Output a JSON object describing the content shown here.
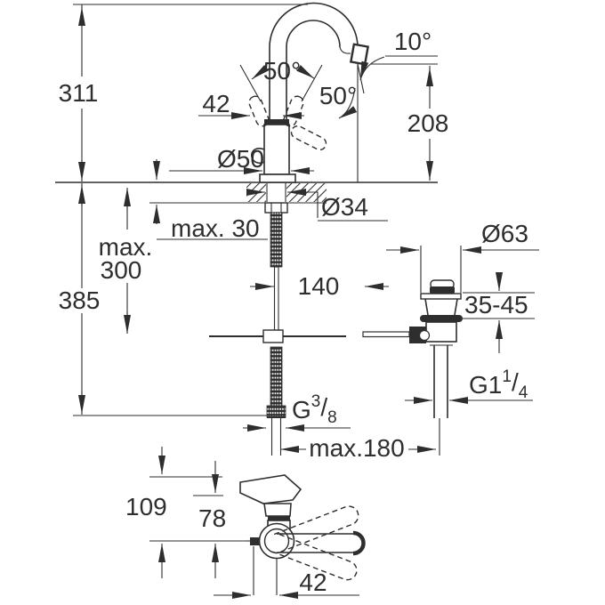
{
  "colors": {
    "line": "#2e2e2e",
    "background": "#ffffff"
  },
  "side_view": {
    "dim_311": "311",
    "dim_385": "385",
    "dim_max_line1": "max.",
    "dim_max_line2": "300",
    "angle_swivel": "50°",
    "dim_42": "42",
    "angle_handle": "50°",
    "angle_spout": "10°",
    "dim_208": "208",
    "dia_body": "Ø50",
    "dia_hole": "Ø34",
    "dim_deck": "max. 30",
    "dim_reach": "140"
  },
  "supply": {
    "thread_g": "G",
    "thread_num": "3",
    "thread_slash": "/",
    "thread_den": "8",
    "dim_rod": "max.180"
  },
  "drain": {
    "dia_flange": "Ø63",
    "dim_range": "35-45",
    "thread_g": "G1",
    "thread_num": "1",
    "thread_slash": "/",
    "thread_den": "4"
  },
  "front_view": {
    "dim_109": "109",
    "dim_78": "78",
    "dim_42": "42"
  }
}
